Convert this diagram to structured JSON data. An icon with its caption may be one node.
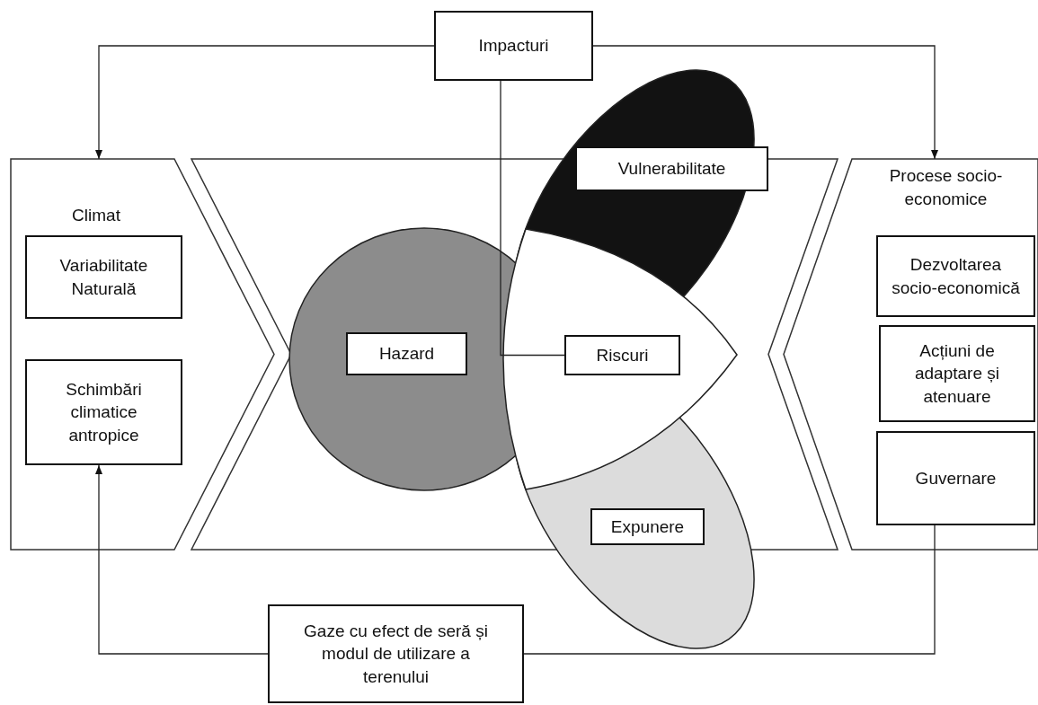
{
  "diagram": {
    "nodes": [
      {
        "text": [
          "Impacturi"
        ]
      },
      {
        "text": [
          "Climat"
        ]
      },
      {
        "text": [
          "Variabilitate Naturală"
        ],
        "in": 1
      },
      {
        "text": [
          "Schimbări climatice antropice"
        ],
        "in": 1
      },
      {
        "text": [],
        "shape": "chevron"
      },
      {
        "text": [
          "Vulnerabilitate"
        ]
      },
      {
        "text": [
          "Hazard"
        ],
        "in": 4
      },
      {
        "text": [
          "Riscuri"
        ],
        "in": 4
      },
      {
        "text": [
          "Expunere"
        ],
        "in": 4
      },
      {
        "text": [
          "Procese socio-economice"
        ]
      },
      {
        "text": [
          "Dezvoltarea socio-economică"
        ],
        "in": 9
      },
      {
        "text": [
          "Acțiuni de adaptare și atenuare"
        ],
        "in": 9
      },
      {
        "text": [
          "Guvernare"
        ],
        "in": 9
      },
      {
        "text": [
          "Gaze cu efect de seră și modul de utilizare a terenului"
        ]
      }
    ],
    "edges": [
      {
        "from": 0,
        "to": 1,
        "arrow": "to"
      },
      {
        "from": 0,
        "to": 9,
        "arrow": "to"
      },
      {
        "from": 0,
        "to": 7,
        "arrow": "none"
      },
      {
        "from": 12,
        "to": 13,
        "arrow": "none"
      },
      {
        "from": 13,
        "to": 3,
        "arrow": "to"
      }
    ]
  }
}
